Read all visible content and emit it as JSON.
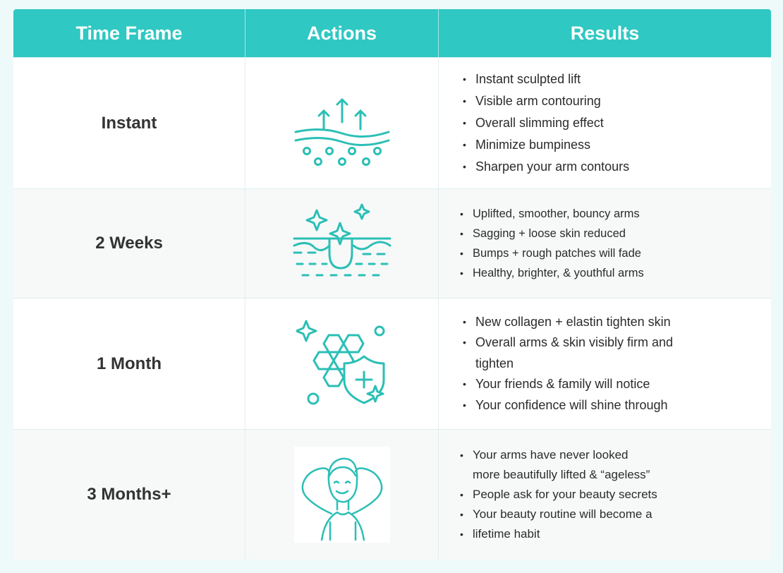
{
  "header": {
    "time_frame": "Time Frame",
    "actions": "Actions",
    "results": "Results"
  },
  "colors": {
    "accent": "#2fc8c3",
    "icon": "#2bbfb6"
  },
  "rows": [
    {
      "time": "Instant",
      "icon": "skin-lift-icon",
      "results": [
        "Instant sculpted lift",
        "Visible arm contouring",
        "Overall slimming effect",
        "Minimize bumpiness",
        "Sharpen your arm contours"
      ]
    },
    {
      "time": "2 Weeks",
      "icon": "skin-sparkle-icon",
      "results": [
        "Uplifted, smoother, bouncy arms",
        "Sagging + loose skin reduced",
        "Bumps + rough patches will fade",
        "Healthy, brighter, & youthful arms"
      ]
    },
    {
      "time": "1 Month",
      "icon": "collagen-shield-icon",
      "results": [
        "New collagen + elastin tighten skin",
        "Overall arms & skin visibly firm and",
        "tighten",
        "Your friends & family will notice",
        "Your confidence will shine through"
      ]
    },
    {
      "time": "3 Months+",
      "icon": "relaxed-woman-icon",
      "results": [
        "Your arms have never looked",
        "more beautifully lifted & “ageless”",
        "People ask for your beauty secrets",
        "Your beauty routine will become a",
        "lifetime habit"
      ]
    }
  ]
}
